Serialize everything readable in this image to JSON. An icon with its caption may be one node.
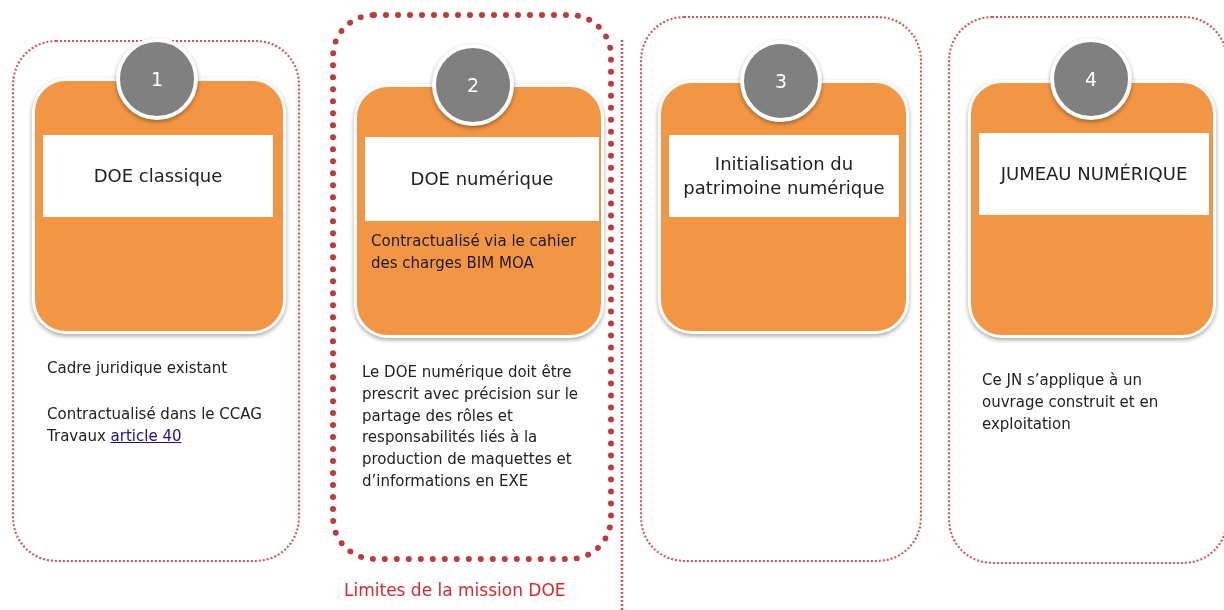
{
  "diagram": {
    "nodes": [
      {
        "text": [
          "Cadre juridique existant",
          "Contractualisé dans le CCAG Travaux",
          "article 40"
        ]
      },
      {
        "text": [
          "1"
        ],
        "in": 0
      },
      {
        "text": [],
        "shape": "box",
        "in": 0
      },
      {
        "text": [
          "DOE classique"
        ],
        "in": 2
      },
      {
        "text": [
          "Le DOE numérique doit être prescrit avec précision sur le partage des rôles et responsabilités liés à la production de maquettes et d’informations en EXE"
        ]
      },
      {
        "text": [
          "2"
        ],
        "in": 4
      },
      {
        "text": [
          "Contractualisé via le cahier des charges BIM MOA"
        ],
        "in": 4
      },
      {
        "text": [
          "DOE numérique"
        ],
        "in": 6
      },
      {
        "text": [],
        "shape": "box"
      },
      {
        "text": [
          "3"
        ],
        "in": 8
      },
      {
        "text": [],
        "shape": "box",
        "in": 8
      },
      {
        "text": [
          "Initialisation du patrimoine numérique"
        ],
        "in": 10
      },
      {
        "text": [
          "Ce JN s’applique à un ouvrage construit et en exploitation"
        ]
      },
      {
        "text": [
          "4"
        ],
        "in": 12
      },
      {
        "text": [],
        "shape": "box",
        "in": 12
      },
      {
        "text": [
          "JUMEAU NUMÉRIQUE"
        ],
        "in": 14
      }
    ],
    "labels": [
      "Limites de la mission DOE"
    ]
  }
}
